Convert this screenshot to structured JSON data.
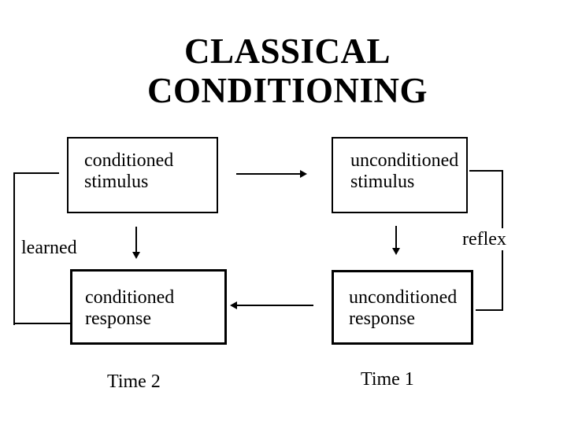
{
  "title": {
    "line1": "CLASSICAL",
    "line2": "CONDITIONING"
  },
  "boxes": {
    "conditioned_stimulus": {
      "line1": "conditioned",
      "line2": "stimulus"
    },
    "unconditioned_stimulus": {
      "line1": "unconditioned",
      "line2": "stimulus"
    },
    "conditioned_response": {
      "line1": "conditioned",
      "line2": "response"
    },
    "unconditioned_response": {
      "line1": "unconditioned",
      "line2": "response"
    }
  },
  "labels": {
    "learned": "learned",
    "reflex": "reflex",
    "time2": "Time 2",
    "time1": "Time 1"
  },
  "colors": {
    "background": "#ffffff",
    "ink": "#000000"
  }
}
